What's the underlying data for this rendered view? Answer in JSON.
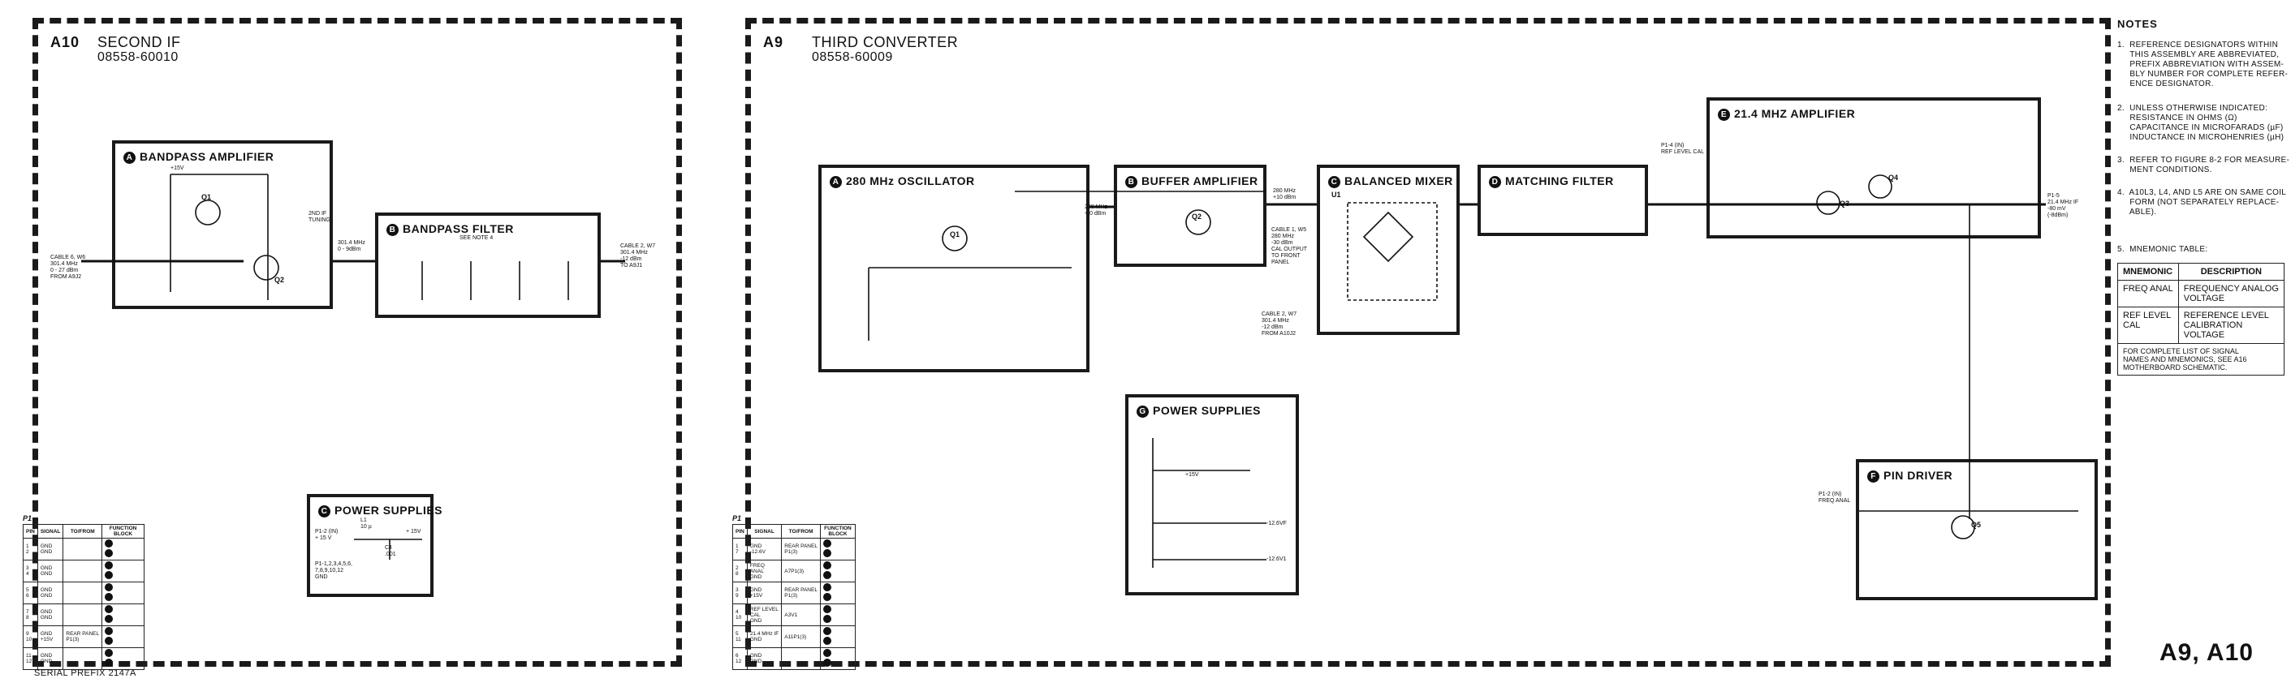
{
  "a10": {
    "id": "A10",
    "name": "SECOND IF",
    "part_number": "08558-60010",
    "serial_prefix": "SERIAL PREFIX 2147A",
    "blocks": {
      "bandpass_amplifier": {
        "letter": "A",
        "title": "BANDPASS AMPLIFIER"
      },
      "bandpass_filter": {
        "letter": "B",
        "title": "BANDPASS FILTER",
        "note": "SEE NOTE 4"
      },
      "power_supplies": {
        "letter": "C",
        "title": "POWER SUPPLIES"
      }
    },
    "labels": {
      "cable_in": "CABLE 6, W6\n301.4 MHz\n0 - 27 dBm\nFROM A9J2",
      "cable_out": "CABLE 2, W7\n301.4 MHz\n-12 dBm\nTO A9J1",
      "sig_301": "301.4 MHz\n0 - 9dBm",
      "q1": "Q1",
      "q2": "Q2",
      "p15v": "+15V",
      "if_tune": "2ND IF\nTUNING",
      "ps_in": "P1-2 (IN)\n+ 15 V",
      "ps_gnd": "P1-1,2,3,4,5,6,\n7,8,9,10,12\nGND",
      "ps_out": "+ 15V",
      "ps_l1": "L1\n10 µ",
      "ps_c4": "C4\n.001"
    },
    "pin_table": {
      "title": "P1",
      "headers": [
        "PIN",
        "SIGNAL",
        "TO/FROM",
        "FUNCTION BLOCK"
      ],
      "rows": [
        {
          "pin": "1\n2",
          "signal": "GND\nGND",
          "to": ""
        },
        {
          "pin": "3\n4",
          "signal": "GND\nGND",
          "to": ""
        },
        {
          "pin": "5\n6",
          "signal": "GND\nGND",
          "to": ""
        },
        {
          "pin": "7\n8",
          "signal": "GND\nGND",
          "to": ""
        },
        {
          "pin": "9\n10",
          "signal": "GND\n+15V",
          "to": "REAR PANEL\nP1(3)"
        },
        {
          "pin": "11\n12",
          "signal": "GND\nGND",
          "to": ""
        }
      ]
    }
  },
  "a9": {
    "id": "A9",
    "name": "THIRD CONVERTER",
    "part_number": "08558-60009",
    "blocks": {
      "oscillator": {
        "letter": "A",
        "title": "280 MHz OSCILLATOR"
      },
      "buffer_amplifier": {
        "letter": "B",
        "title": "BUFFER AMPLIFIER"
      },
      "balanced_mixer": {
        "letter": "C",
        "title": "BALANCED MIXER"
      },
      "matching_filter": {
        "letter": "D",
        "title": "MATCHING FILTER"
      },
      "if_amplifier": {
        "letter": "E",
        "title": "21.4 MHZ AMPLIFIER"
      },
      "pin_driver": {
        "letter": "F",
        "title": "PIN DRIVER"
      },
      "power_supplies": {
        "letter": "G",
        "title": "POWER SUPPLIES"
      }
    },
    "labels": {
      "osc_out": "280 MHz\n+ 0 dBm",
      "buf_out": "280 MHz\n+10 dBm",
      "cable1": "CABLE 1, W5\n280 MHz\n-30 dBm\nCAL OUTPUT\nTO FRONT\nPANEL",
      "cable2": "CABLE 2, W7\n301.4 MHz\n-12 dBm\nFROM A10J2",
      "output": "P1-5\n21.4 MHz IF\n-80 mV\n(-8dBm)",
      "ref_level": "P1-4 (IN)\nREF LEVEL CAL",
      "freq_anal": "P1-2 (IN)\nFREQ ANAL",
      "u1": "U1",
      "q1": "Q1",
      "q2": "Q2",
      "q3": "Q3",
      "q4": "Q4",
      "q5": "Q5",
      "ps_n126": "-12.6VF",
      "ps_p15": "+15V",
      "ps_n126b": "-12.6V1"
    },
    "pin_table": {
      "title": "P1",
      "headers": [
        "PIN",
        "SIGNAL",
        "TO/FROM",
        "FUNCTION BLOCK"
      ],
      "rows": [
        {
          "pin": "1\n7",
          "signal": "GND\n-12.6V",
          "to": "REAR PANEL\nP1(3)"
        },
        {
          "pin": "2\n8",
          "signal": "FREQ\nANAL\nGND",
          "to": "A7P1(3)"
        },
        {
          "pin": "3\n9",
          "signal": "GND\n+15V",
          "to": "REAR PANEL\nP1(3)"
        },
        {
          "pin": "4\n10",
          "signal": "REF LEVEL\nCAL\nGND",
          "to": "A3V1"
        },
        {
          "pin": "5\n11",
          "signal": "21.4 MHz IF\nGND",
          "to": "A11P1(3)"
        },
        {
          "pin": "6\n12",
          "signal": "GND\nGND",
          "to": ""
        }
      ]
    }
  },
  "notes": {
    "title": "NOTES",
    "items": [
      "1.  REFERENCE DESIGNATORS WITHIN\n     THIS ASSEMBLY ARE ABBREVIATED,\n     PREFIX ABBREVIATION WITH ASSEM-\n     BLY NUMBER FOR COMPLETE REFER-\n     ENCE DESIGNATOR.",
      "2.  UNLESS OTHERWISE INDICATED:\n     RESISTANCE IN OHMS (Ω)\n     CAPACITANCE IN MICROFARADS (µF)\n     INDUCTANCE IN MICROHENRIES (µH)",
      "3.  REFER TO FIGURE 8-2 FOR MEASURE-\n     MENT CONDITIONS.",
      "4.  A10L3, L4, AND L5 ARE ON SAME COIL\n     FORM (NOT SEPARATELY REPLACE-\n     ABLE).",
      "5.  MNEMONIC TABLE:"
    ],
    "mnemonic_table": {
      "headers": [
        "MNEMONIC",
        "DESCRIPTION"
      ],
      "rows": [
        {
          "mnemonic": "FREQ ANAL",
          "description": "FREQUENCY ANALOG\nVOLTAGE"
        },
        {
          "mnemonic": "REF LEVEL\nCAL",
          "description": "REFERENCE LEVEL\nCALIBRATION\nVOLTAGE"
        }
      ],
      "footer": "FOR COMPLETE LIST OF SIGNAL\nNAMES AND MNEMONICS, SEE A16\nMOTHERBOARD SCHEMATIC."
    },
    "sheet_id": "A9, A10"
  }
}
